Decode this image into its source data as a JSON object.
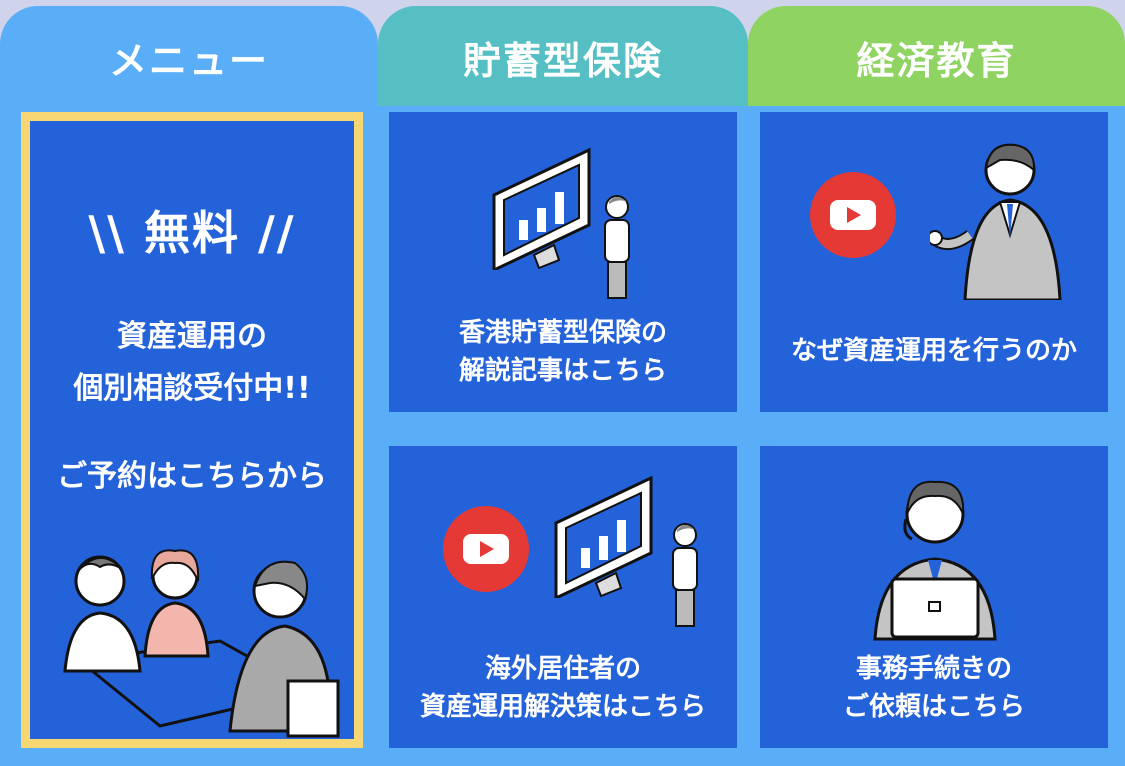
{
  "tabs": {
    "menu": "メニュー",
    "savings_insurance": "貯蓄型保険",
    "economic_education": "経済教育"
  },
  "promo": {
    "free": "\\\\ 無料 //",
    "line1": "資産運用の",
    "line2": "個別相談受付中!!",
    "line3": "ご予約はこちらから"
  },
  "cards": [
    {
      "line1": "香港貯蓄型保険の",
      "line2": "解説記事はこちら"
    },
    {
      "line1": "なぜ資産運用を行うのか",
      "line2": ""
    },
    {
      "line1": "海外居住者の",
      "line2": "資産運用解決策はこちら"
    },
    {
      "line1": "事務手続きの",
      "line2": "ご依頼はこちら"
    }
  ],
  "icons": [
    "monitor-chart-icon",
    "person-thinking-icon",
    "youtube-play-icon",
    "presenter-person-icon",
    "consultation-people-icon",
    "operator-laptop-icon"
  ],
  "colors": {
    "tab_menu": "#5aaef7",
    "tab_savings": "#55bfc4",
    "tab_econ": "#8fd462",
    "card": "#2462d9",
    "promo_border": "#f6d774",
    "youtube": "#e53935"
  }
}
